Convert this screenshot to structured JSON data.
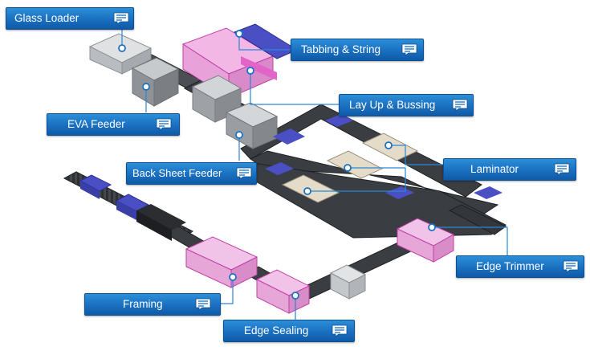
{
  "diagram": {
    "colors": {
      "label_bg": "#1a6fc0",
      "leader": "#2b86d6",
      "conveyor": "#3a3d42",
      "station_pink": "#e264c8",
      "station_blue": "#4a4fc4",
      "station_gray": "#c9ccce"
    },
    "labels": [
      {
        "id": "glass_loader",
        "text": "Glass Loader",
        "icon": "comment-icon"
      },
      {
        "id": "tabbing_string",
        "text": "Tabbing & String",
        "icon": "comment-icon"
      },
      {
        "id": "lay_up_bussing",
        "text": "Lay Up & Bussing",
        "icon": "comment-icon"
      },
      {
        "id": "eva_feeder",
        "text": "EVA Feeder",
        "icon": "comment-icon"
      },
      {
        "id": "laminator",
        "text": "Laminator",
        "icon": "comment-icon"
      },
      {
        "id": "back_sheet_feeder",
        "text": "Back Sheet Feeder",
        "icon": "comment-icon"
      },
      {
        "id": "edge_trimmer",
        "text": "Edge Trimmer",
        "icon": "comment-icon"
      },
      {
        "id": "framing",
        "text": "Framing",
        "icon": "comment-icon"
      },
      {
        "id": "edge_sealing",
        "text": "Edge Sealing",
        "icon": "comment-icon"
      }
    ]
  }
}
